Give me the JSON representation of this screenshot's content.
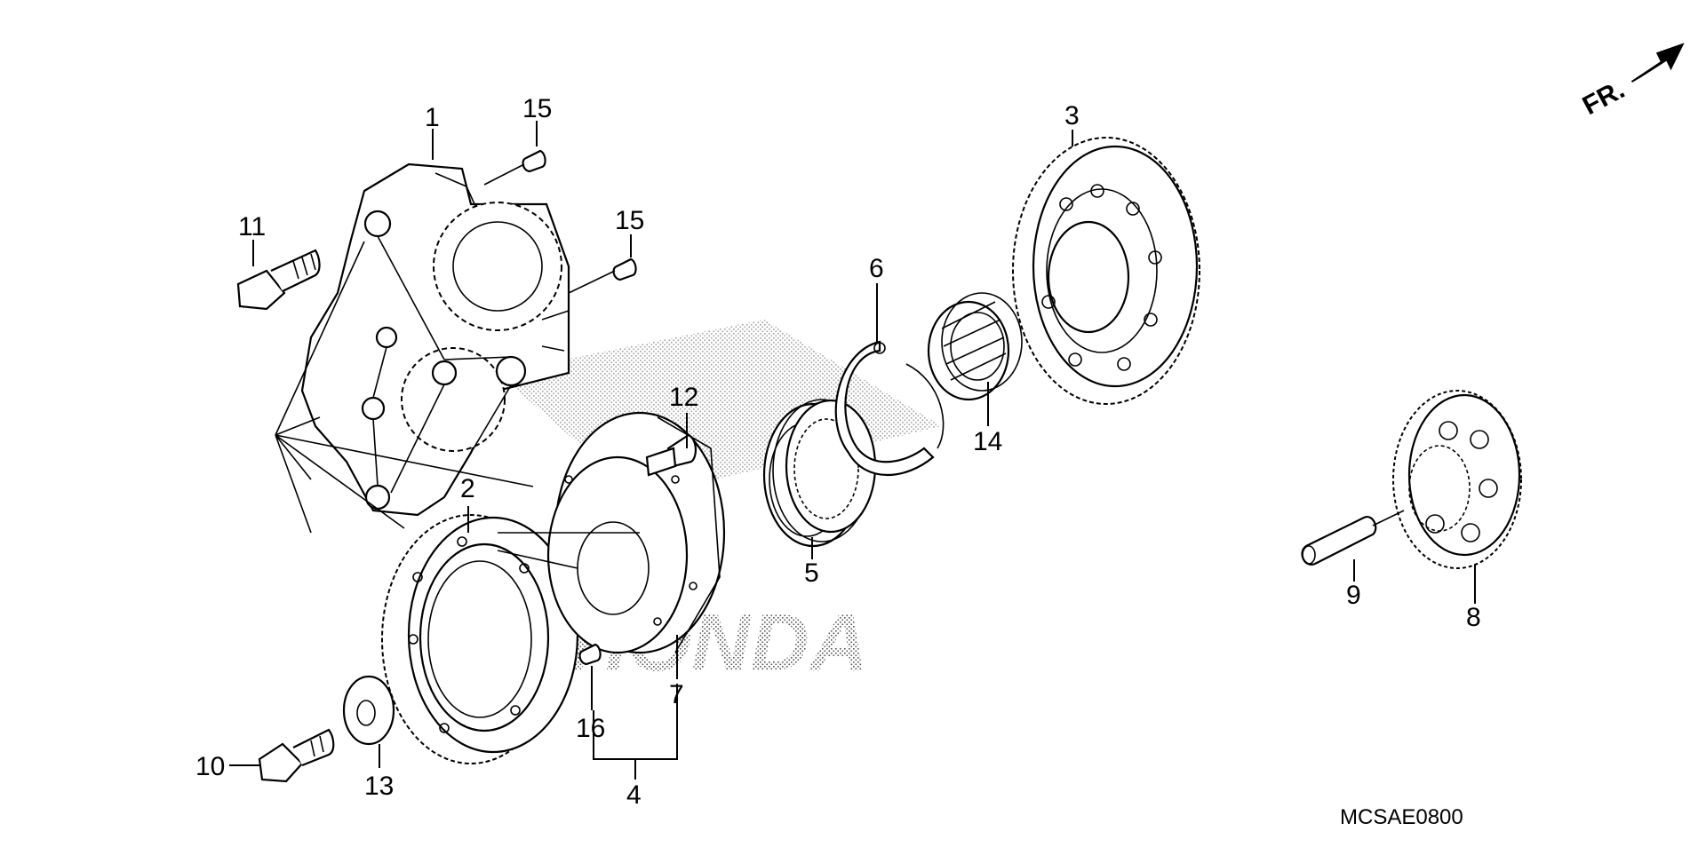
{
  "diagram": {
    "callouts": [
      "1",
      "2",
      "3",
      "4",
      "5",
      "6",
      "7",
      "8",
      "9",
      "10",
      "11",
      "12",
      "13",
      "14",
      "15",
      "15",
      "16"
    ],
    "watermark": "HONDA",
    "direction_label": "FR.",
    "drawing_code": "MCSAE0800"
  }
}
